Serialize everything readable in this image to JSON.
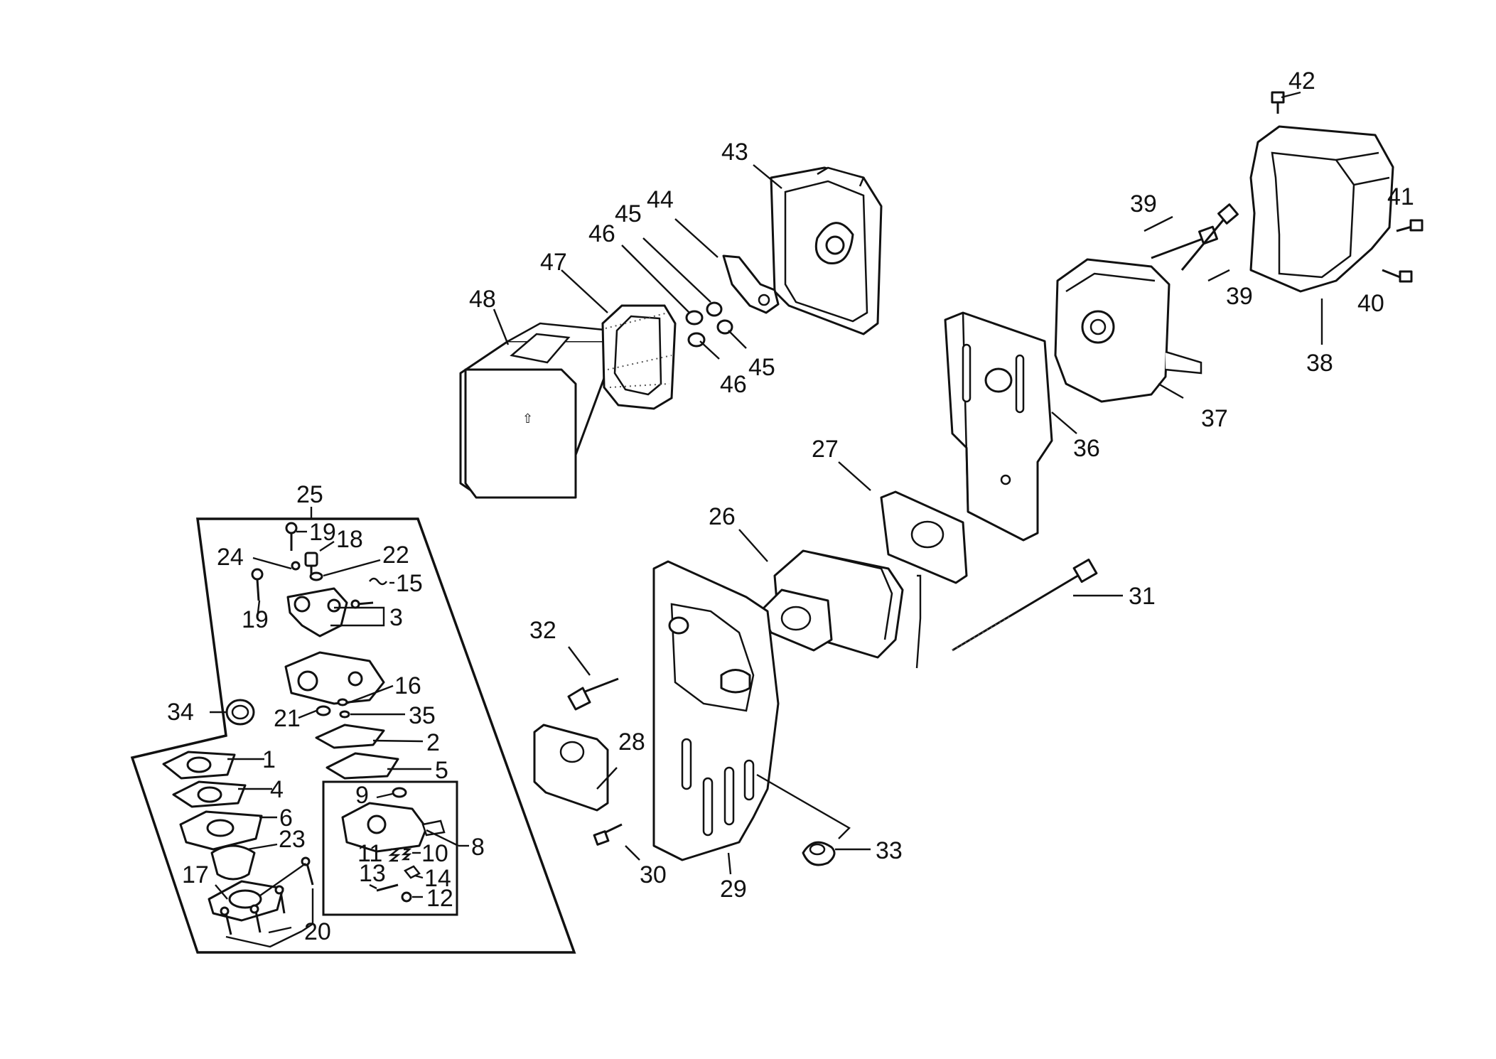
{
  "diagram": {
    "part_numbers": [
      "1",
      "2",
      "3",
      "4",
      "5",
      "6",
      "8",
      "9",
      "10",
      "11",
      "12",
      "13",
      "14",
      "15",
      "16",
      "17",
      "18",
      "19",
      "19",
      "20",
      "21",
      "22",
      "23",
      "24",
      "25",
      "26",
      "27",
      "28",
      "29",
      "30",
      "31",
      "32",
      "33",
      "34",
      "35",
      "36",
      "37",
      "38",
      "39",
      "39",
      "40",
      "41",
      "42",
      "43",
      "44",
      "45",
      "45",
      "46",
      "46",
      "47",
      "48"
    ]
  },
  "colors": {
    "line": "#111111",
    "background": "#ffffff"
  }
}
